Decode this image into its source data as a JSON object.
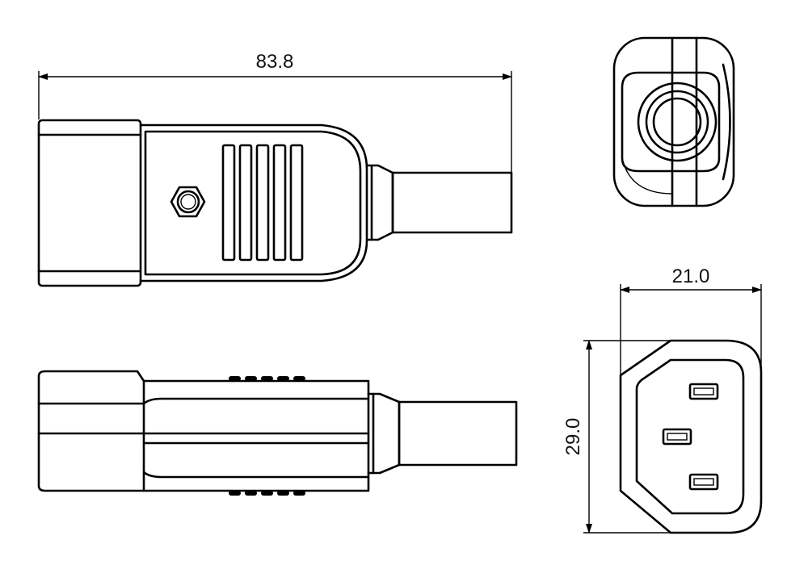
{
  "dimensions": {
    "length": "83.8",
    "width": "21.0",
    "height": "29.0"
  }
}
